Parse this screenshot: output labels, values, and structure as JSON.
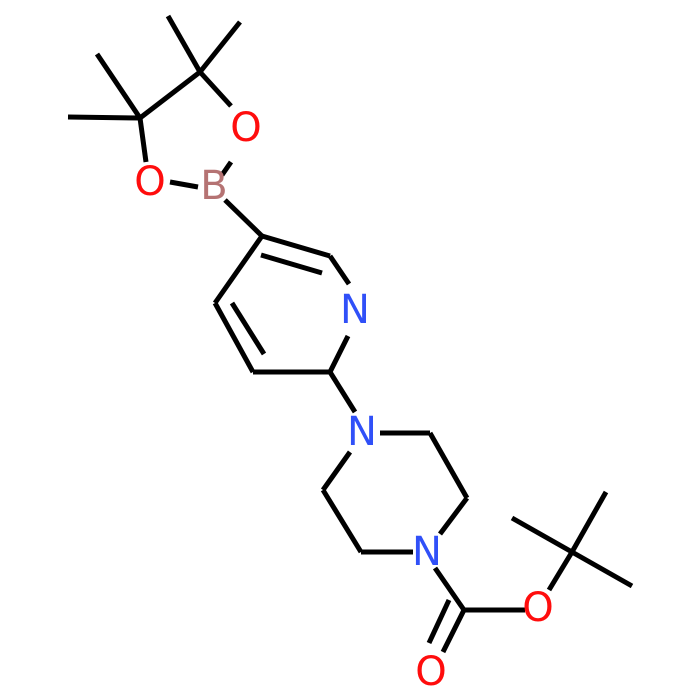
{
  "colors": {
    "background": "#ffffff",
    "bond": "#000000",
    "oxygen": "#ff0d0d",
    "nitrogen": "#3050f8",
    "boron": "#b57373"
  },
  "atoms": {
    "boron": "B",
    "ring_oxygen_upper": "O",
    "ring_oxygen_lower": "O",
    "pyridine_nitrogen": "N",
    "piperazine_nitrogen_upper": "N",
    "piperazine_nitrogen_lower": "N",
    "ester_oxygen": "O",
    "carbonyl_oxygen": "O"
  }
}
